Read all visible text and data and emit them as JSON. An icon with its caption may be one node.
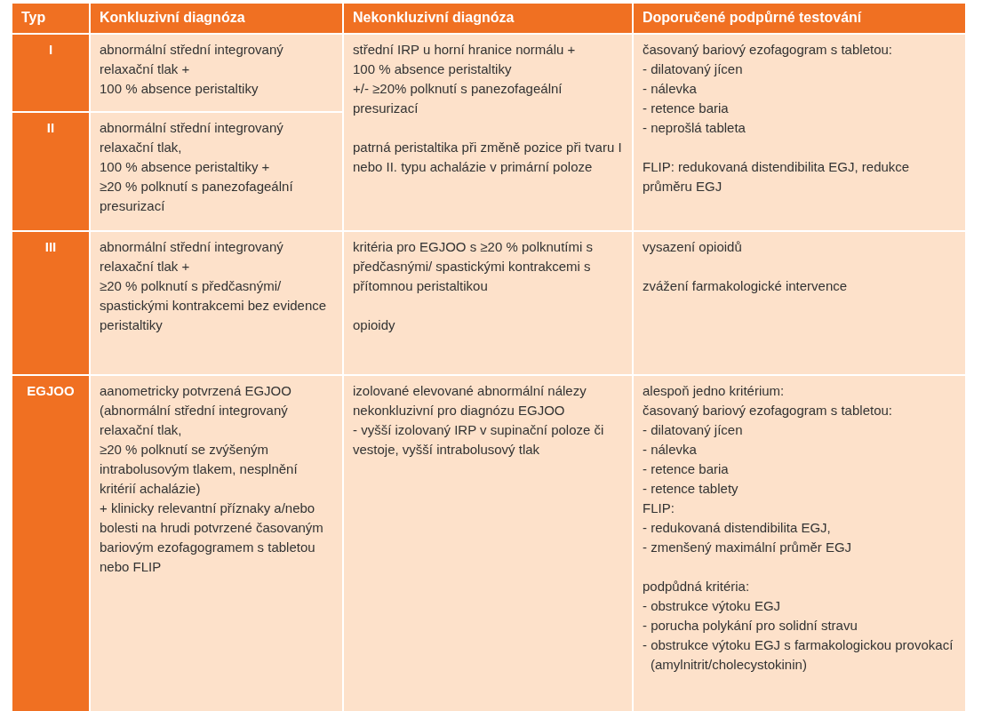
{
  "diagram": {
    "labels": [
      "Typ",
      "Konkluzivní diagnóza",
      "Nekonkluzivní diagnóza",
      "Doporučené podpůrné testování",
      "I",
      "abnormální střední integrovaný relaxační tlak +",
      "100 % absence peristaltiky",
      "střední IRP u horní hranice normálu +",
      "100 % absence peristaltiky",
      "+/- ≥20% polknutí s panezofageální presurizací",
      "patrná peristaltika při změně pozice při tvaru I nebo II. typu achalázie v primární poloze",
      "časovaný bariový ezofagogram s tabletou:",
      "- dilatovaný jícen",
      "- nálevka",
      "- retence baria",
      "- neprošlá tableta",
      "FLIP: redukovaná distendibilita EGJ, redukce průměru EGJ",
      "II",
      "abnormální střední integrovaný relaxační tlak,",
      "100 % absence peristaltiky +",
      "≥20 % polknutí s panezofageální presurizací",
      "III",
      "abnormální střední integrovaný relaxační tlak +",
      "≥20 % polknutí s předčasnými/ spastickými kontrakcemi bez evidence peristaltiky",
      "kritéria pro EGJOO s ≥20 % polknutími s předčasnými/ spastickými kontrakcemi s přítomnou peristaltikou",
      "opioidy",
      "vysazení opioidů",
      "zvážení farmakologické intervence",
      "EGJOO",
      "aanometricky potvrzená EGJOO (abnormální střední integrovaný relaxační tlak,",
      "≥20 % polknutí se zvýšeným intrabolusovým tlakem, nesplnění kritérií achalázie)",
      "+ klinicky relevantní příznaky a/nebo bolesti na hrudi potvrzené časovaným bariovým ezofagogramem s tabletou nebo FLIP",
      "izolované elevované abnormální nálezy nekonkluzivní pro diagnózu EGJOO",
      "- vyšší izolovaný IRP v supinační poloze či vestoje, vyšší intrabolusový tlak",
      "alespoň jedno kritérium:",
      "časovaný bariový ezofagogram s tabletou:",
      "- dilatovaný jícen",
      "- nálevka",
      "- retence baria",
      "- retence tablety",
      "FLIP:",
      "- redukovaná distendibilita EGJ,",
      "- zmenšený maximální průměr EGJ",
      "podpůdná kritéria:",
      "- obstrukce výtoku EGJ",
      "- porucha polykání pro solidní stravu",
      "- obstrukce výtoku EGJ s farmakologickou provokací (amylnitrit/cholecystokinin)"
    ]
  }
}
